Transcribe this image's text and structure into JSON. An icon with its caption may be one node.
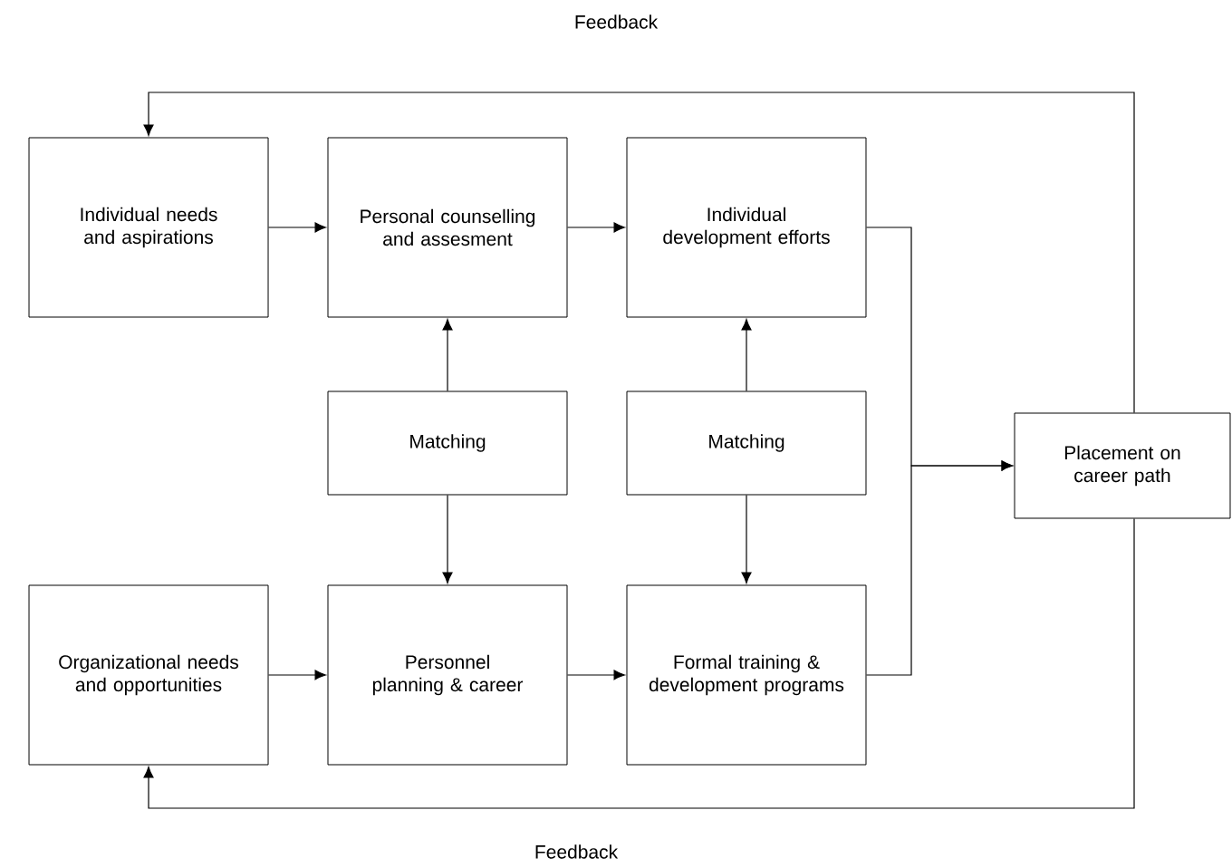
{
  "diagram": {
    "nodes": [
      {
        "text": [
          "Individual needs and aspirations"
        ]
      },
      {
        "text": [
          "Personal counselling and assesment"
        ]
      },
      {
        "text": [
          "Individual development efforts"
        ]
      },
      {
        "text": [
          "Matching"
        ]
      },
      {
        "text": [
          "Matching"
        ]
      },
      {
        "text": [
          "Placement on career path"
        ]
      },
      {
        "text": [
          "Organizational needs and opportunities"
        ]
      },
      {
        "text": [
          "Personnel planning & career"
        ]
      },
      {
        "text": [
          "Formal training & development programs"
        ]
      }
    ],
    "edges": [
      {
        "from": 0,
        "to": 1,
        "arrow": "to"
      },
      {
        "from": 1,
        "to": 2,
        "arrow": "to"
      },
      {
        "from": 3,
        "to": 1,
        "arrow": "to"
      },
      {
        "from": 3,
        "to": 7,
        "arrow": "to"
      },
      {
        "from": 4,
        "to": 2,
        "arrow": "to"
      },
      {
        "from": 4,
        "to": 8,
        "arrow": "to"
      },
      {
        "from": 6,
        "to": 7,
        "arrow": "to"
      },
      {
        "from": 7,
        "to": 8,
        "arrow": "to"
      },
      {
        "from": 2,
        "to": 5,
        "arrow": "to"
      },
      {
        "from": 8,
        "to": 5,
        "arrow": "to"
      },
      {
        "from": 5,
        "to": 0,
        "arrow": "to",
        "label": "Feedback"
      },
      {
        "from": 5,
        "to": 6,
        "arrow": "to",
        "label": "Feedback"
      }
    ]
  }
}
